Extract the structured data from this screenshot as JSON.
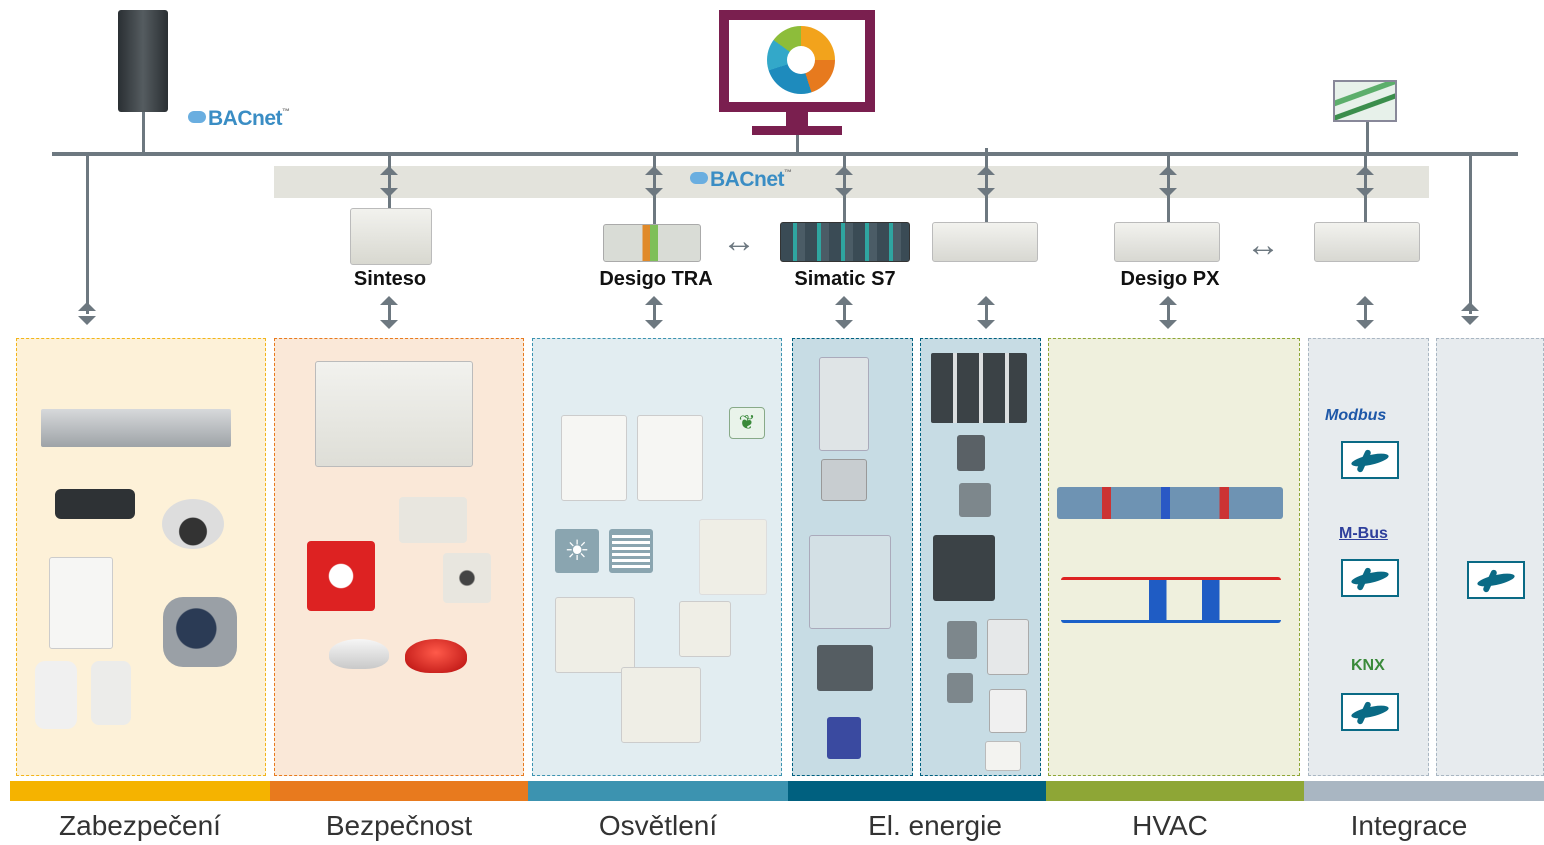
{
  "bacnet_logo_top": "BACnet",
  "bacnet_logo_band": "BACnet",
  "controllers": {
    "sinteso": "Sinteso",
    "desigo_tra": "Desigo TRA",
    "simatic_s7": "Simatic S7",
    "desigo_px": "Desigo PX"
  },
  "protocol_logos": {
    "modbus": "Modbus",
    "mbus": "M-Bus",
    "knx": "KNX"
  },
  "categories": [
    {
      "label": "Zabezpečení",
      "color": "#f5b300"
    },
    {
      "label": "Bezpečnost",
      "color": "#e87a1e"
    },
    {
      "label": "Osvětlení",
      "color": "#3c93b0"
    },
    {
      "label": "El. energie",
      "color": "#00607f"
    },
    {
      "label": "HVAC",
      "color": "#8ea636"
    },
    {
      "label": "Integrace",
      "color": "#a9b6c2"
    }
  ],
  "colors": {
    "bus": "#6d7880",
    "monitor_frame": "#7a1f4f"
  },
  "icons": [
    "server-icon",
    "monitor-icon",
    "trend-chart-icon",
    "leaf-icon",
    "light-icon",
    "blind-icon"
  ]
}
